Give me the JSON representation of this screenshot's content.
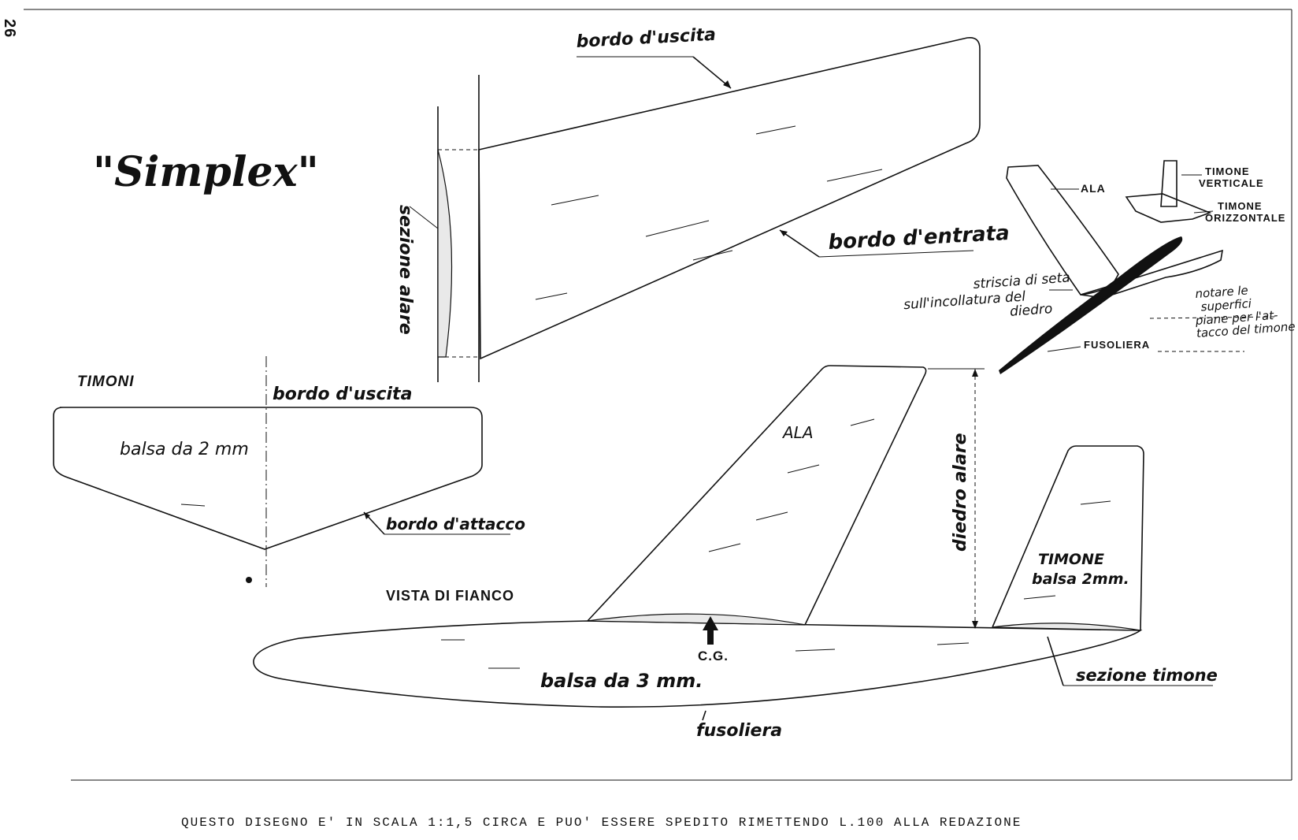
{
  "page_number": "26",
  "title": "\"Simplex\"",
  "wing_top_view": {
    "trailing_edge_label": "bordo d'uscita",
    "leading_edge_label": "bordo d'entrata",
    "section_label": "sezione alare"
  },
  "tail_plan": {
    "heading": "TIMONI",
    "trailing_edge_label": "bordo d'uscita",
    "material_label": "balsa da 2 mm",
    "attach_edge_label": "bordo d'attacco"
  },
  "perspective_view": {
    "wing_label": "ALA",
    "vertical_rudder_label": "TIMONE\nVERTICALE",
    "horizontal_rudder_label": "TIMONE\nORIZZONTALE",
    "silk_strip_note": "striscia di seta\nsull'incollatura del\ndiedro",
    "fuselage_label": "FUSOLIERA",
    "surfaces_note": "notare le\nsuperfici\npiane per l'at-\ntacco del timone"
  },
  "side_view": {
    "heading": "VISTA DI FIANCO",
    "wing_label": "ALA",
    "dihedral_label": "diedro alare",
    "rudder_label": "TIMONE",
    "rudder_material": "balsa 2mm.",
    "cg_label": "C.G.",
    "fuselage_material": "balsa da 3 mm.",
    "rudder_section_label": "sezione timone",
    "fuselage_label": "fusoliera"
  },
  "footer": "QUESTO DISEGNO E' IN SCALA 1:1,5 CIRCA E PUO' ESSERE SPEDITO RIMETTENDO L.100 ALLA REDAZIONE"
}
